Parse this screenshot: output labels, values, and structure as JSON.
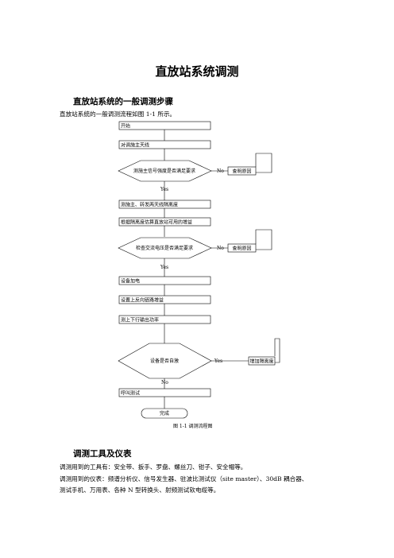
{
  "title": "直放站系统调测",
  "section1": {
    "heading": "直放站系统的一般调测步骤",
    "intro": "直放站系统的一般调测流程如图 1-1 所示。"
  },
  "flowchart": {
    "start": "开始",
    "steps": {
      "align_antenna": "对调施主天线",
      "check_signal": "测施主信号强度是否满足要求",
      "measure_isolation": "测施主、转发两天线隔离度",
      "calc_gain": "根据隔离度估算直放站可用的增益",
      "check_ac_voltage": "检查交流电压是否满足要求",
      "power_on": "设备加电",
      "set_gain": "设置上反向链路增益",
      "measure_power": "测上下行输出功率",
      "self_oscillation": "设备是否自激",
      "call_test": "呼叫测试",
      "finish": "完成",
      "find_cause_1": "查明原因",
      "find_cause_2": "查明原因",
      "increase_isolation": "增加隔离度"
    },
    "labels": {
      "yes": "Yes",
      "no": "No"
    },
    "caption": "图 1-1    调测流程图"
  },
  "section2": {
    "heading": "调测工具及仪表",
    "lines": [
      "调测用到的工具有：安全带、扳手、罗盘、螺丝刀、钳子、安全帽等。",
      "调测用到的仪表：频谱分析仪、信号发生器、驻波比测试仪（site master）、30dB 耦合器、",
      "测试手机、万用表、各种 N 型转换头、射频测试软电缆等。"
    ]
  }
}
